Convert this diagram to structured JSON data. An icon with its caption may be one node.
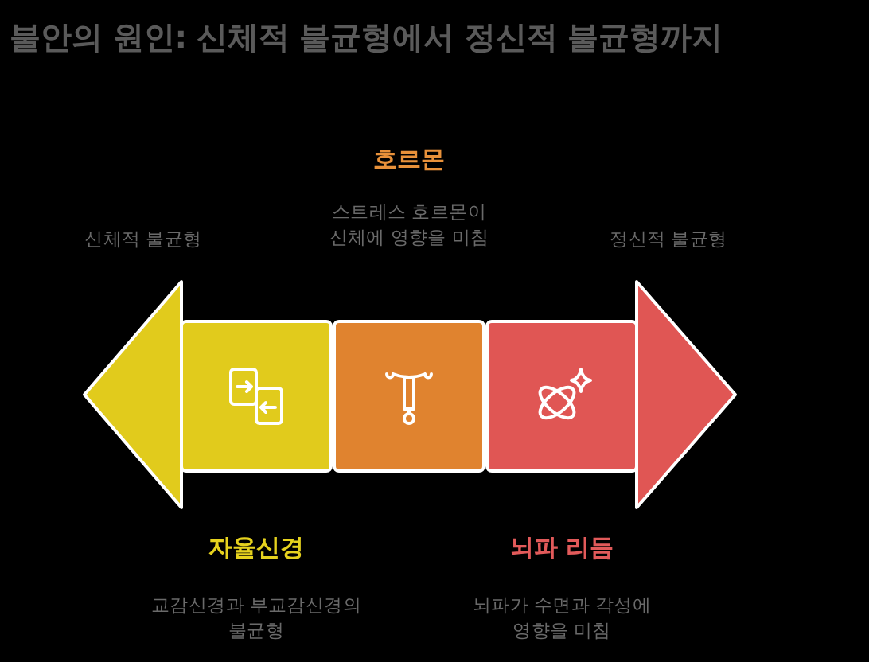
{
  "diagram": {
    "title": "불안의 원인: 신체적 불균형에서 정신적 불균형까지",
    "nodes": [
      {
        "text": [
          "신체적 불균형"
        ]
      },
      {
        "text": [],
        "shape": "box",
        "beside": [
          "자율신경",
          "교감신경과 부교감신경의 불균형"
        ]
      },
      {
        "text": [],
        "shape": "box",
        "beside": [
          "호르몬",
          "스트레스 호르몬이 신체에 영향을 미침"
        ]
      },
      {
        "text": [],
        "shape": "box",
        "beside": [
          "뇌파 리듬",
          "뇌파가 수면과 각성에 영향을 미침"
        ]
      },
      {
        "text": [
          "정신적 불균형"
        ]
      }
    ]
  }
}
